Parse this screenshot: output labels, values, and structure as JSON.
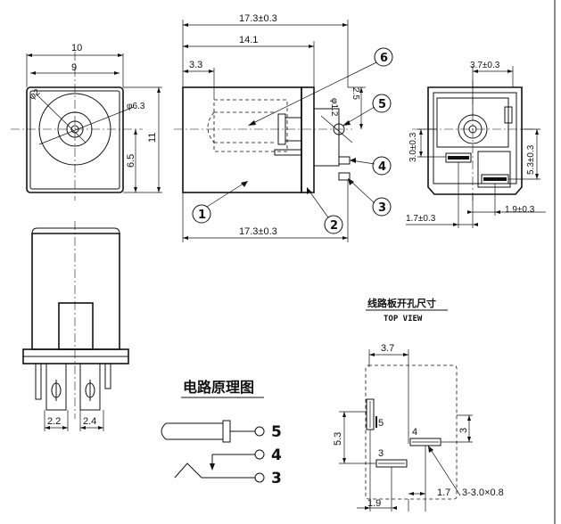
{
  "front_view": {
    "width_outer": "10",
    "width_inner": "9",
    "hole_dia": "φ2",
    "face_dia": "φ6.3",
    "height": "11",
    "center_height": "6.5"
  },
  "side_view": {
    "length_top": "17.3±0.3",
    "length_mid": "14.1",
    "pin_depth": "3.3",
    "pin_dia": "φ1.2",
    "pin_height": "2.5",
    "length_bottom": "17.3±0.3",
    "callouts": [
      "1",
      "2",
      "3",
      "4",
      "5",
      "6"
    ]
  },
  "rear_view": {
    "top_offset": "3.7±0.3",
    "left_height": "3.0±0.3",
    "right_height": "5.3±0.3",
    "bottom_left": "1.7±0.3",
    "bottom_right": "1.9±0.3"
  },
  "bottom_view": {
    "spacing_left": "2.2",
    "spacing_right": "2.4"
  },
  "schematic": {
    "title": "电路原理图",
    "pins": [
      "5",
      "4",
      "3"
    ]
  },
  "pcb_layout": {
    "title": "线路板开孔尺寸",
    "subtitle": "TOP VIEW",
    "top_width": "3.7",
    "left_height": "5.3",
    "right_height": "3",
    "pad_5": "5",
    "pad_4": "4",
    "pad_3": "3",
    "slot_size": "3-3.0×0.8",
    "bottom_left": "1.9",
    "bottom_right": "1.7"
  }
}
